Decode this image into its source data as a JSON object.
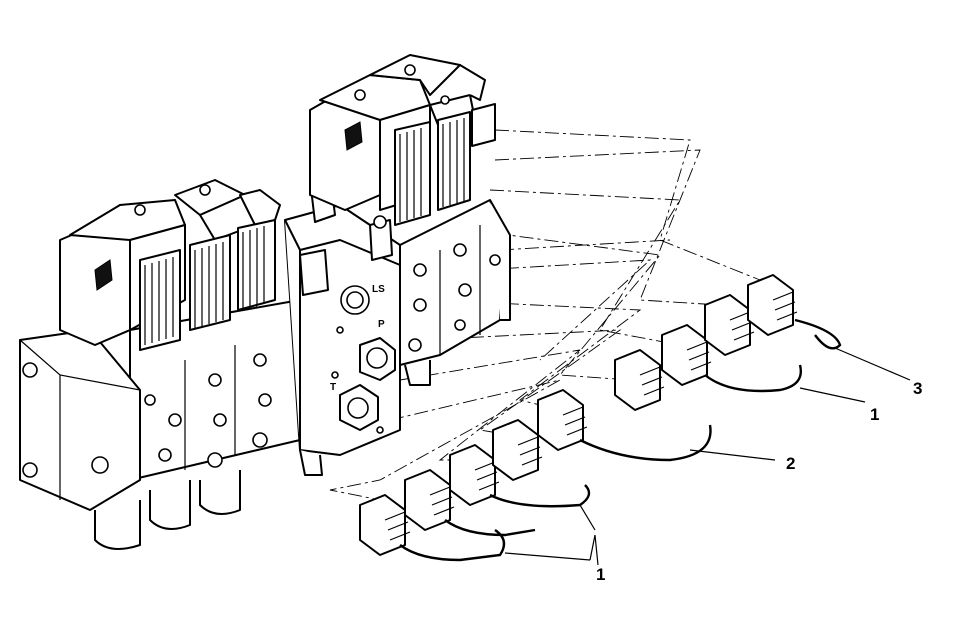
{
  "drawing": {
    "callouts": [
      {
        "id": "c1a",
        "label": "1"
      },
      {
        "id": "c1b",
        "label": "1"
      },
      {
        "id": "c2",
        "label": "2"
      },
      {
        "id": "c3",
        "label": "3"
      }
    ],
    "port_labels": [
      "LS",
      "P",
      "T"
    ]
  }
}
